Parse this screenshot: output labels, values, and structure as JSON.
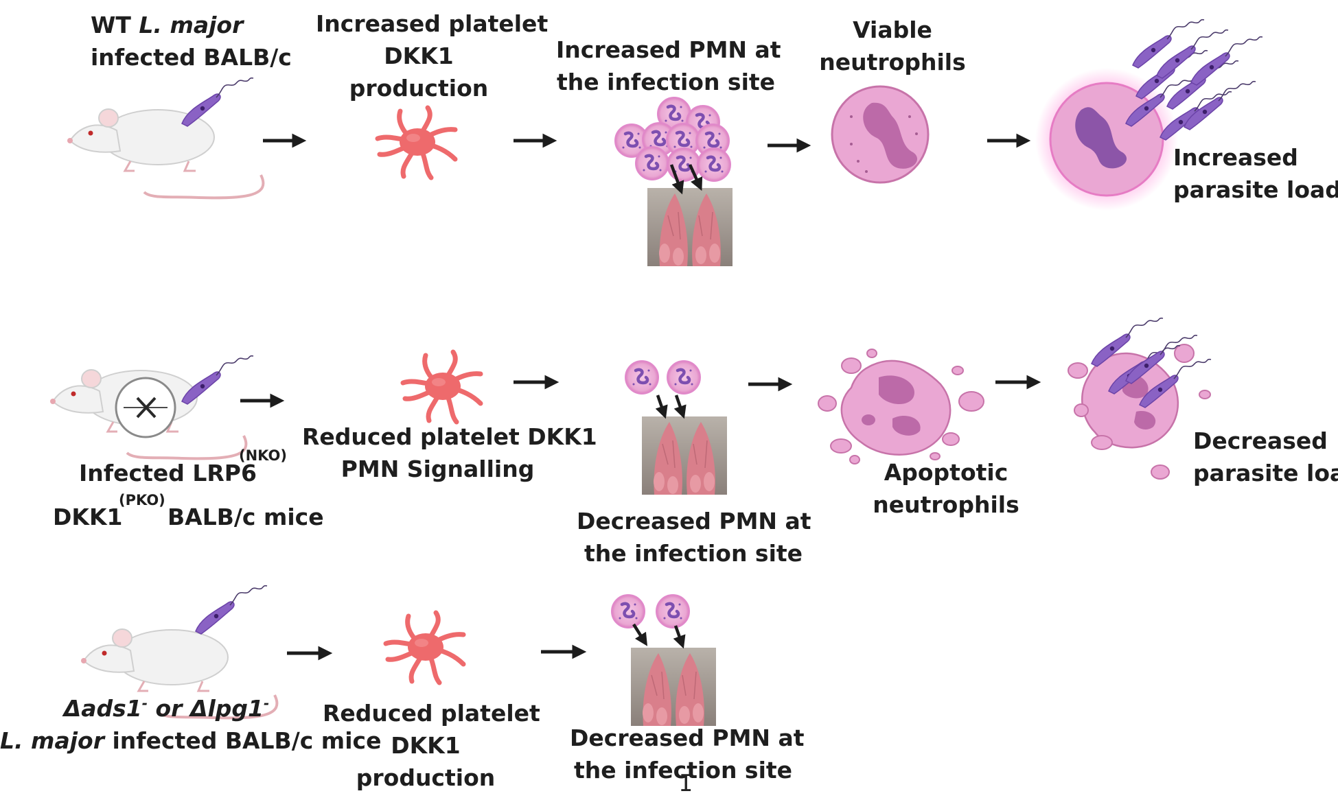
{
  "colors": {
    "arrow": "#1c1c1c",
    "text": "#1e1e1e",
    "neutrophil_fill": "#eaa7d3",
    "neutrophil_nucleus": "#bc6aa8",
    "parasite": "#8a62c4",
    "platelet": "#ee6a6c",
    "paw": "#d97f8b",
    "mouse_body": "#f2f2f2"
  },
  "icons": [
    "mouse-icon",
    "parasite-icon",
    "platelet-icon",
    "neutrophil-icon",
    "paw-photo",
    "knockout-symbol",
    "arrow-icon",
    "text-cursor-icon"
  ],
  "row1": {
    "mouse_label_prefix": "WT ",
    "mouse_label_species": "L. major",
    "mouse_label_line2": "infected BALB/c",
    "platelet_label": [
      "Increased platelet",
      "DKK1",
      "production"
    ],
    "pmn_label": [
      "Increased PMN at",
      "the infection site"
    ],
    "neutrophil_label": [
      "Viable",
      "neutrophils"
    ],
    "outcome_label": [
      "Increased",
      "parasite load"
    ]
  },
  "row2": {
    "mouse_label_line1": "Infected LRP6",
    "mouse_sup1": "(NKO)",
    "mouse_label_line2a": "DKK1",
    "mouse_sup2": "(PKO)",
    "mouse_label_line2b": "BALB/c mice",
    "platelet_label": [
      "Reduced platelet DKK1",
      "PMN Signalling"
    ],
    "pmn_label": [
      "Decreased PMN at",
      "the infection site"
    ],
    "neutrophil_label": [
      "Apoptotic",
      "neutrophils"
    ],
    "outcome_label": [
      "Decreased",
      "parasite load"
    ]
  },
  "row3": {
    "mouse_label_delta1": "Δads1",
    "mouse_label_sup_minus1": "-",
    "mouse_label_or": " or ",
    "mouse_label_delta2": "Δlpg1",
    "mouse_label_sup_minus2": "-",
    "mouse_label_species": "L. major",
    "mouse_label_rest": " infected BALB/c mice",
    "platelet_label": [
      "Reduced platelet",
      "DKK1",
      "production"
    ],
    "pmn_label": [
      "Decreased PMN at",
      "the infection site"
    ]
  },
  "cursor_glyph": "I"
}
